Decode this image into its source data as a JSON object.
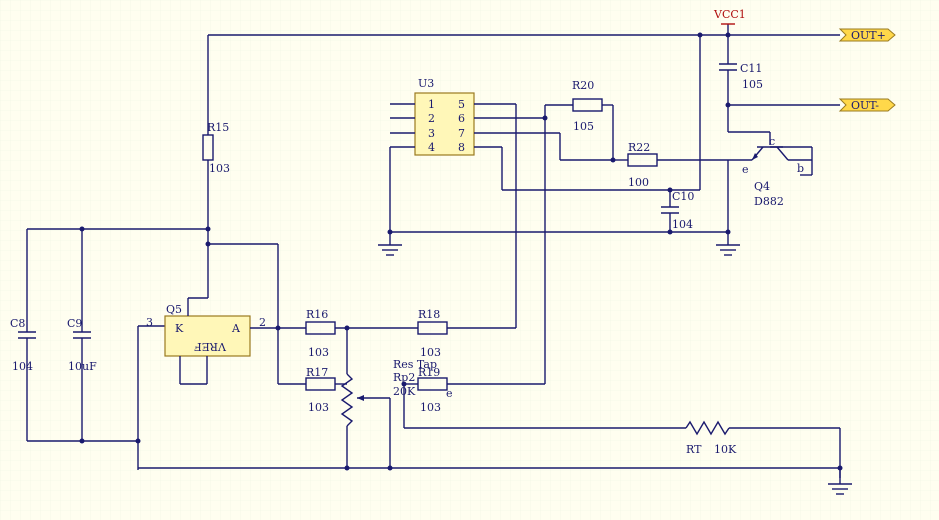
{
  "grid": "#e8f0e8",
  "labels": {
    "vcc": "VCC1",
    "out_plus": "OUT+",
    "out_minus": "OUT-",
    "u3": "U3",
    "u3_pins": [
      "1",
      "2",
      "3",
      "4",
      "5",
      "6",
      "7",
      "8"
    ],
    "r15": "R15",
    "r15v": "103",
    "r20": "R20",
    "r20v": "105",
    "r22": "R22",
    "r22v": "100",
    "c10": "C10",
    "c10v": "104",
    "c11": "C11",
    "c11v": "105",
    "q4": "Q4",
    "q4v": "D882",
    "q4e": "e",
    "q4b": "b",
    "q4c": "c",
    "q5": "Q5",
    "q5k": "K",
    "q5a": "A",
    "q5ref": "VREF",
    "q5pin2": "2",
    "q5pin3": "3",
    "c8": "C8",
    "c8v": "104",
    "c9": "C9",
    "c9v": "10uF",
    "r16": "R16",
    "r16v": "103",
    "r17": "R17",
    "r17v": "103",
    "r18": "R18",
    "r18v": "103",
    "r19": "R19",
    "r19v": "103",
    "restap": "Res Tap",
    "rp2": "Rp2",
    "rp2v": "20K",
    "rp2e": "e",
    "rt": "RT",
    "rtv": "10K"
  },
  "colors": {
    "wire": "#1a1a6e",
    "component_fill": "#fff7b8",
    "vcc_label": "#b01010",
    "background": "#fffef0"
  }
}
